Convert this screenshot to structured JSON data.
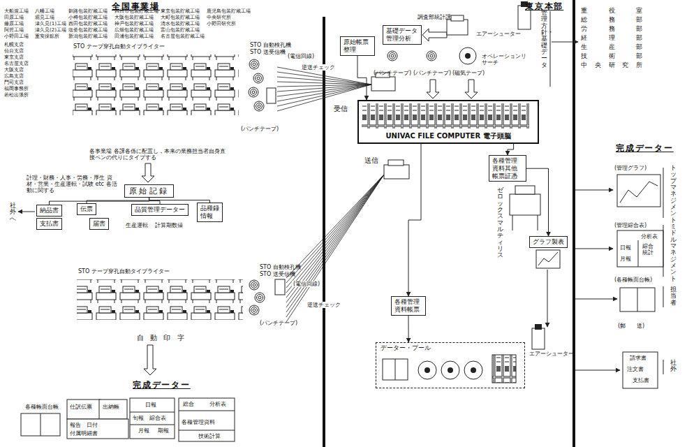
{
  "diagram": {
    "nodes": [
      {
        "text": [
          "原始記録"
        ]
      },
      {
        "text": [
          "納品書"
        ]
      },
      {
        "text": [
          "支払書"
        ]
      },
      {
        "text": [
          "伝票"
        ]
      },
      {
        "text": [
          "届書"
        ]
      },
      {
        "text": [
          "品質管理データー"
        ]
      },
      {
        "text": [
          "品種録",
          "情報"
        ]
      },
      {
        "text": [
          "原始帳票整理"
        ]
      },
      {
        "text": [
          "UNIVAC FILE COMPUTER 電子頭脳"
        ]
      },
      {
        "text": [
          "基礎データ 管理分析"
        ]
      },
      {
        "text": [
          "各種管理資料帳票"
        ]
      },
      {
        "text": [
          "データー・プール"
        ]
      },
      {
        "text": [
          "各種管理資料其他帳票証憑"
        ]
      },
      {
        "text": [
          "グラフ製表"
        ]
      }
    ],
    "edges": [
      {
        "from": 0,
        "to": 1,
        "arrow": "none"
      },
      {
        "from": 0,
        "to": 3,
        "arrow": "none"
      },
      {
        "from": 0,
        "to": 5,
        "arrow": "none"
      },
      {
        "from": 0,
        "to": 6,
        "arrow": "none"
      },
      {
        "from": 7,
        "to": 8,
        "arrow": "to"
      },
      {
        "from": 8,
        "to": 12,
        "arrow": "to"
      },
      {
        "from": 8,
        "to": 10,
        "arrow": "to"
      },
      {
        "from": 12,
        "to": 13,
        "arrow": "to"
      },
      {
        "from": 10,
        "to": 11,
        "arrow": "to"
      }
    ],
    "labels": [
      "全国事業場",
      "東京本部",
      "大船渡工場",
      "八幡工場",
      "釧路包装貯蔵工場",
      "四日市包装貯蔵工場",
      "東京包装貯蔵工場",
      "鹿児島包装貯蔵工場",
      "田原工場",
      "堀見工場",
      "小樽包装貯蔵工場",
      "大阪包装貯蔵工場",
      "大町包装貯蔵工場",
      "中央研究所",
      "藤原工場",
      "津久見(1)工場",
      "西田包装貯蔵工場",
      "神戸包装貯蔵工場",
      "清水包装貯蔵工場",
      "小野田研究所",
      "阿哲工場",
      "津久見(2)工場",
      "塩釜包装貯蔵工場",
      "広畑包装貯蔵工場",
      "富山包装貯蔵工場",
      "小野田工場",
      "重安採鉱所",
      "新潟包装貯蔵工場",
      "田浦包装貯蔵工場",
      "名古屋包装貯蔵工場",
      "札幌支店",
      "仙台支店",
      "東京支店",
      "名古屋支店",
      "大阪支店",
      "広島支店",
      "門司支店",
      "福岡事務所",
      "若松出張所",
      "STO テープ穿孔自動タイプライター",
      "STO 自動検孔機",
      "STO 送受信機",
      "(電信回線)",
      "逆送チェック",
      "(パンチテープ)",
      "各事業場 各課各係に配置し，本来の業務担当者自身直接ペンの代りにタイプする",
      "計理・財務・人事・労務・厚生 資材・営業・生産運転・試験 etc 各活動に関する",
      "生産運転",
      "計算期数値",
      "社外へ",
      "STO テープ穿孔自動タイプライター",
      "STO 自動検孔機",
      "STO 送受信機",
      "(電信回線)",
      "逆送チェック",
      "(パンチテープ)",
      "自 動 印 字",
      "完成データー",
      "各種帳面台帳",
      "仕訳伝票",
      "出納帳",
      "報告",
      "日付",
      "付属明細書",
      "日報",
      "旬報",
      "綜合表",
      "月報",
      "期報",
      "総合",
      "各種管理資料",
      "分析表",
      "技術計算",
      "調査部統計課",
      "受信",
      "(パンチテープ)",
      "(パンチテープ)",
      "(磁気テープ)",
      "オペレーションリサーチ",
      "送信",
      "ゼロックスマルティリス",
      "エアーシューター",
      "エアーシューター",
      "管理方針・基礎データ",
      "重役室",
      "総務部",
      "労務部",
      "経理部",
      "生産部",
      "技術部",
      "中央研究所",
      "完成データー",
      "(管理グラフ)",
      "トップマネジメント",
      "(管理綜合表)",
      "分析表",
      "日報",
      "月報",
      "綜合統計",
      "ミドルマネジメント",
      "(各種帳面台帳)",
      "担当者",
      "(郵　　送)",
      "請求書",
      "注文書",
      "支払書",
      "社外"
    ]
  }
}
